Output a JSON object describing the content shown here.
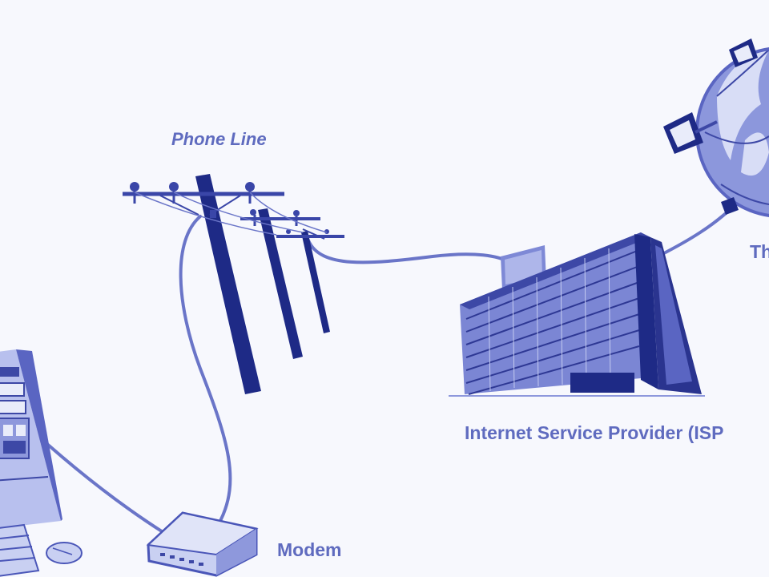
{
  "labels": {
    "phone_line": "Phone Line",
    "isp": "Internet Service Provider (ISP",
    "modem": "Modem",
    "internet_partial": "Th"
  },
  "icons": [
    "computer-icon",
    "keyboard-icon",
    "mouse-icon",
    "modem-icon",
    "utility-pole-icon",
    "office-building-icon",
    "globe-icon",
    "satellite-dish-icon"
  ],
  "colors": {
    "ink": "#4a56b8",
    "dark_ink": "#1e2a86",
    "light_fill": "#c9d0f2",
    "mid_fill": "#8e98dc",
    "label": "#5f6bbf",
    "background": "#f7f8fd"
  }
}
